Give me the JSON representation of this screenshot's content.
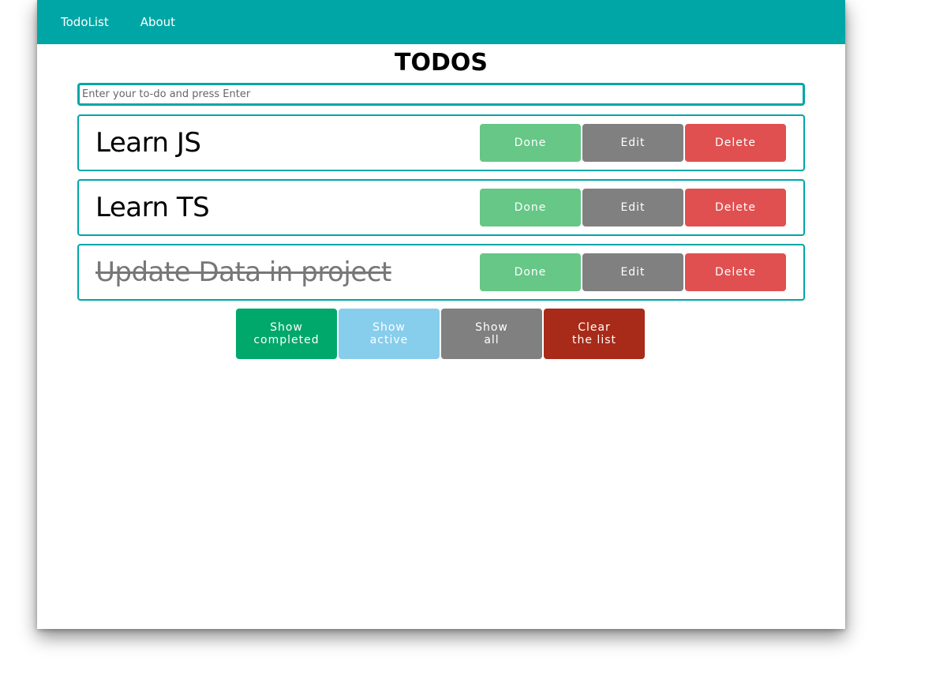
{
  "nav": {
    "brand": "TodoList",
    "about": "About"
  },
  "title": "TODOS",
  "input": {
    "placeholder": "Enter your to-do and press Enter",
    "value": ""
  },
  "todos": [
    {
      "text": "Learn JS",
      "completed": false,
      "done_label": "Done",
      "edit_label": "Edit",
      "delete_label": "Delete"
    },
    {
      "text": "Learn TS",
      "completed": false,
      "done_label": "Done",
      "edit_label": "Edit",
      "delete_label": "Delete"
    },
    {
      "text": "Update Data in project",
      "completed": true,
      "done_label": "Done",
      "edit_label": "Edit",
      "delete_label": "Delete"
    }
  ],
  "filters": {
    "completed": {
      "line1": "Show",
      "line2": "completed"
    },
    "active": {
      "line1": "Show",
      "line2": "active"
    },
    "all": {
      "line1": "Show",
      "line2": "all"
    },
    "clear": {
      "line1": "Clear",
      "line2": "the list"
    }
  },
  "colors": {
    "accent": "#00a6a6",
    "done": "#66c787",
    "edit": "#808080",
    "delete": "#e05050",
    "show_completed": "#00a86b",
    "show_active": "#87cdec",
    "show_all": "#808080",
    "clear": "#a82a18"
  }
}
